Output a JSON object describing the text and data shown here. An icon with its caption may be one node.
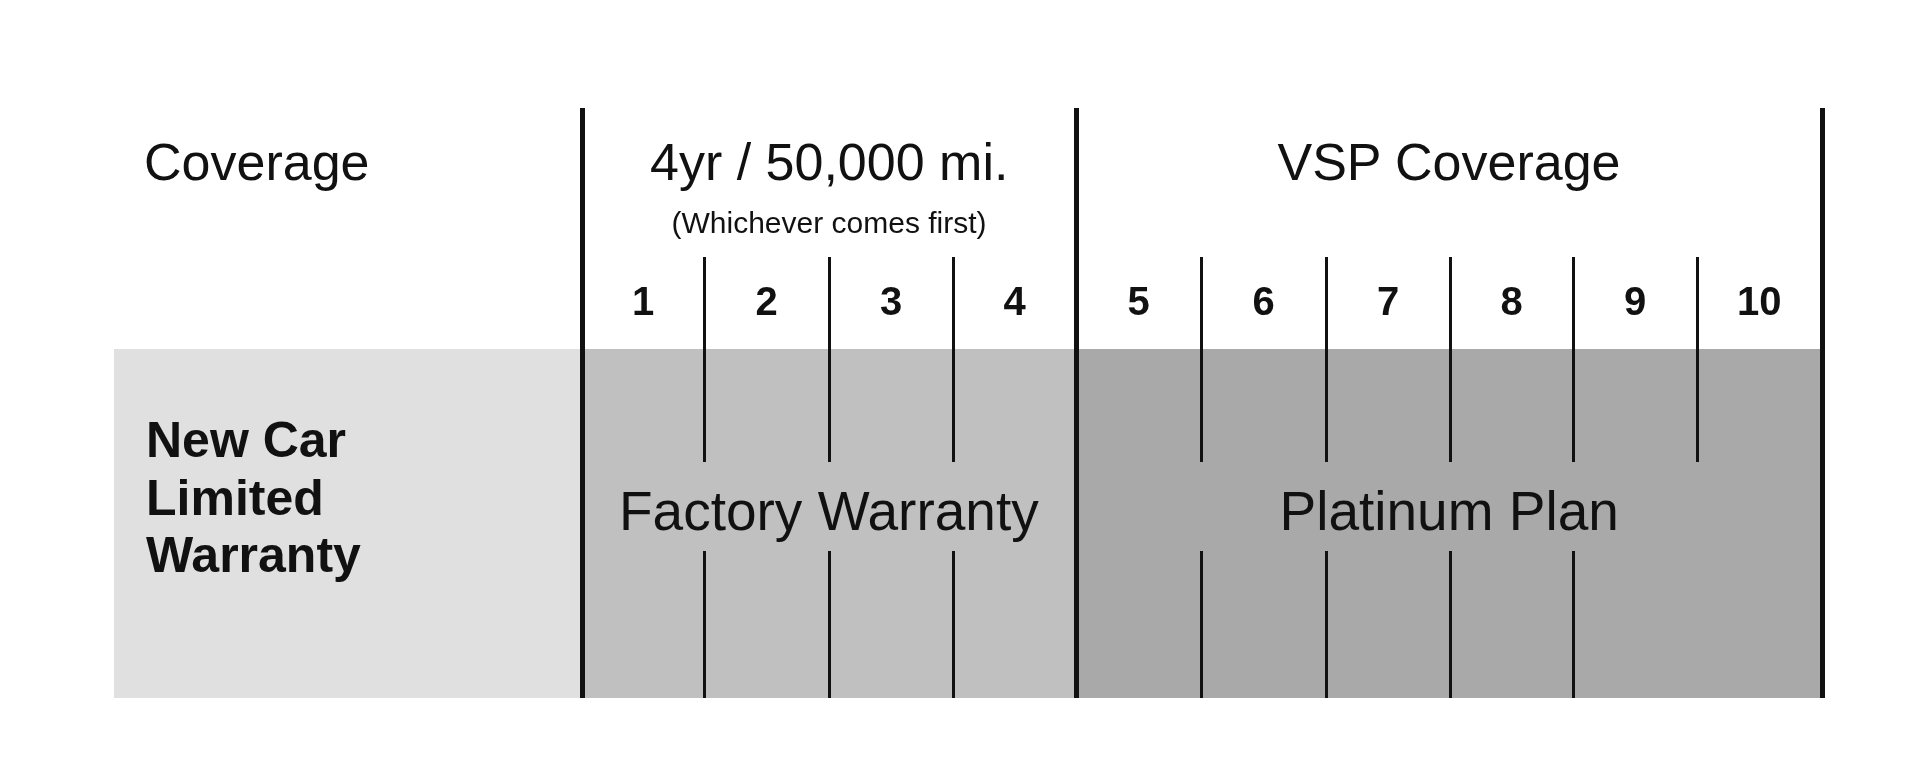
{
  "diagram": {
    "labels": [
      "Coverage",
      "4yr / 50,000 mi.",
      "(Whichever comes first)",
      "VSP Coverage",
      "1",
      "2",
      "3",
      "4",
      "5",
      "6",
      "7",
      "8",
      "9",
      "10",
      "New Car Limited Warranty",
      "Factory Warranty",
      "Platinum Plan"
    ]
  }
}
